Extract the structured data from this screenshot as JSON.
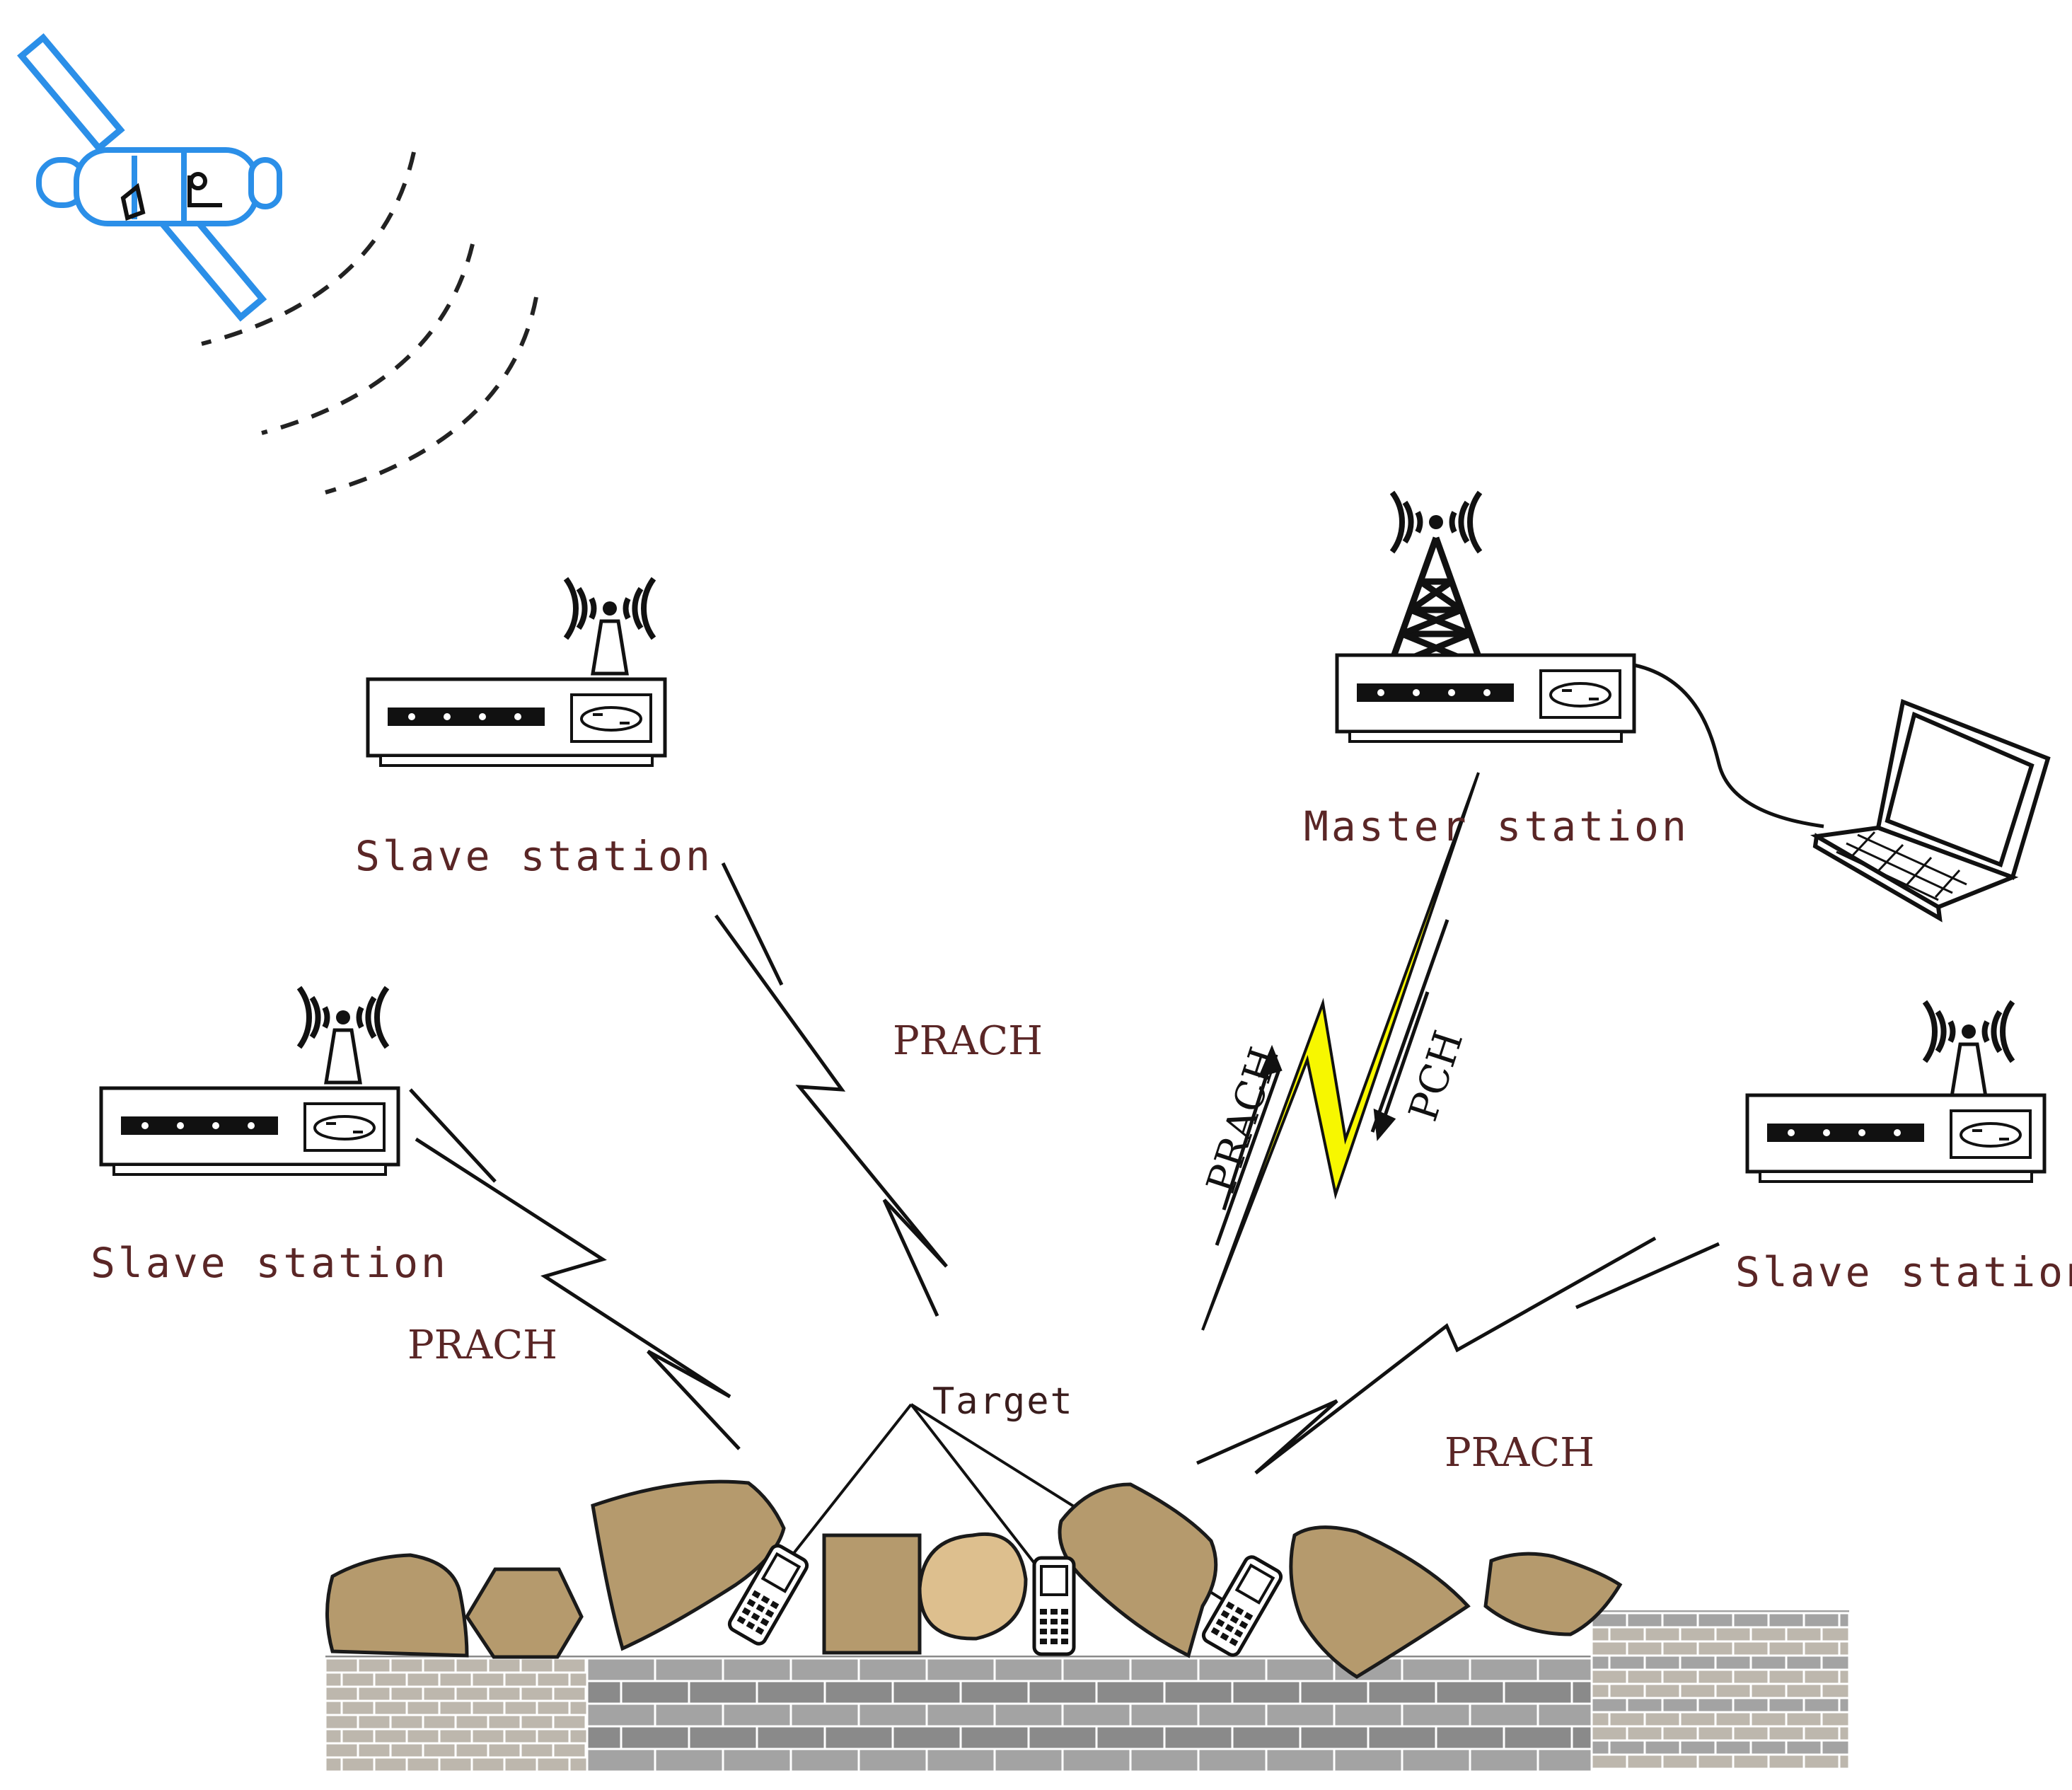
{
  "labels": {
    "slave_top": "Slave station",
    "slave_left": "Slave station",
    "slave_right": "Slave station",
    "master": "Master station",
    "target": "Target"
  },
  "channels": {
    "top": "PRACH",
    "left": "PRACH",
    "right": "PRACH",
    "master_up": "PRACH",
    "master_down": "PCH"
  },
  "colors": {
    "label_text": "#5a2626",
    "satellite": "#2b8fe8",
    "master_link": "#f7f700",
    "rock": "#b59a6d",
    "rock_light": "#ddbf8e",
    "wall": "#8a8a8a"
  },
  "icons": [
    "satellite-icon",
    "router-icon",
    "tower-icon",
    "laptop-icon",
    "phone-icon"
  ]
}
